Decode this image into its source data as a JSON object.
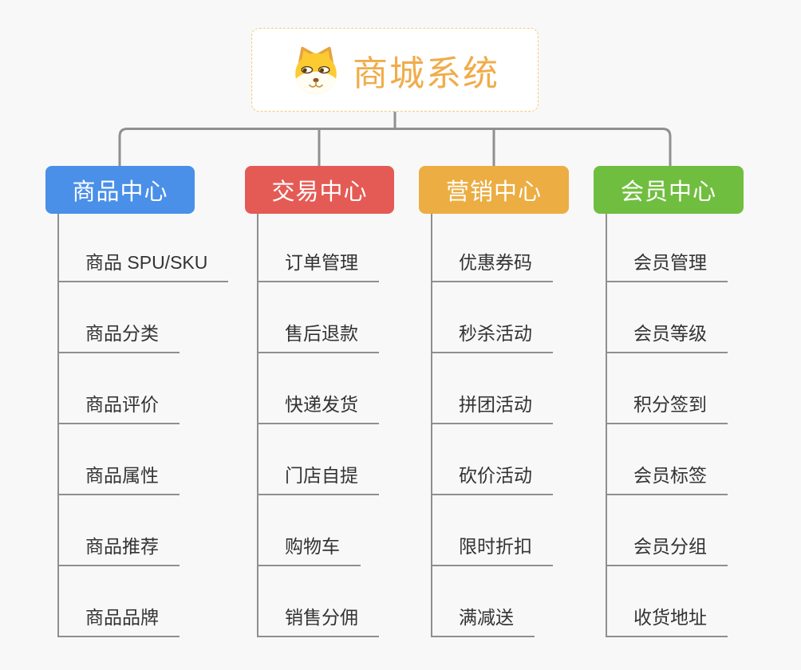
{
  "root": {
    "title": "商城系统",
    "icon": "doge-icon",
    "accent_color": "#f0ac4a",
    "border_color": "#f3ca7e"
  },
  "connector_color": "#909090",
  "background_color": "#f8f8f8",
  "branches": [
    {
      "label": "商品中心",
      "color": "#4a8fe8",
      "children": [
        "商品 SPU/SKU",
        "商品分类",
        "商品评价",
        "商品属性",
        "商品推荐",
        "商品品牌"
      ]
    },
    {
      "label": "交易中心",
      "color": "#e45b55",
      "children": [
        "订单管理",
        "售后退款",
        "快递发货",
        "门店自提",
        "购物车",
        "销售分佣"
      ]
    },
    {
      "label": "营销中心",
      "color": "#ecad42",
      "children": [
        "优惠券码",
        "秒杀活动",
        "拼团活动",
        "砍价活动",
        "限时折扣",
        "满减送"
      ]
    },
    {
      "label": "会员中心",
      "color": "#70be3f",
      "children": [
        "会员管理",
        "会员等级",
        "积分签到",
        "会员标签",
        "会员分组",
        "收货地址"
      ]
    }
  ]
}
